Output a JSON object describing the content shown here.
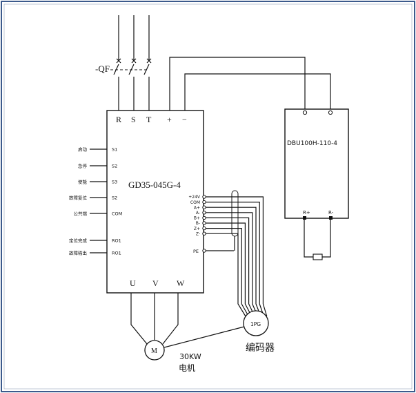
{
  "frame": {
    "border_color": "#3c5a8c"
  },
  "breaker": {
    "label": "-QF"
  },
  "vfd": {
    "model": "GD35-045G-4",
    "top_terminals": [
      "R",
      "S",
      "T",
      "+",
      "−"
    ],
    "bottom_terminals": [
      "U",
      "V",
      "W"
    ],
    "left_terminals": [
      {
        "label": "启动",
        "code": "S1"
      },
      {
        "label": "急停",
        "code": "S2"
      },
      {
        "label": "使能",
        "code": "S3"
      },
      {
        "label": "故障复位",
        "code": "S2"
      },
      {
        "label": "公共端",
        "code": "COM"
      },
      {
        "label": "定位完成",
        "code": "RO1"
      },
      {
        "label": "故障输出",
        "code": "RO1"
      }
    ],
    "pg_terminals": [
      "+24V",
      "COM",
      "A+",
      "A-",
      "B+",
      "B-",
      "Z+",
      "Z-"
    ],
    "pe_label": "PE"
  },
  "brake_unit": {
    "model": "DBU100H-110-4",
    "out_pos": "R+",
    "out_neg": "R-"
  },
  "encoder": {
    "label": "1PG",
    "caption": "编码器"
  },
  "motor": {
    "symbol": "M",
    "power": "30KW",
    "caption": "电机"
  }
}
